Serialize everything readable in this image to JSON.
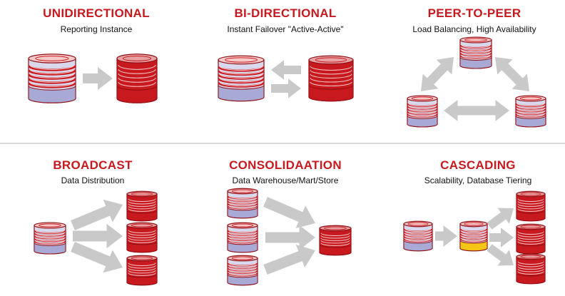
{
  "colors": {
    "title_red": "#c8191f",
    "db_red": "#c8191f",
    "db_dark_red": "#8f0f14",
    "db_stripe": "#f6c9c9",
    "source_fill": "#a9a9d6",
    "source_stripe_bg": "#d9d9ee",
    "tier_yellow": "#f5c518",
    "arrow_gray": "#c9c9c9",
    "divider": "#dcdcdc"
  },
  "panels": [
    {
      "id": "unidirectional",
      "title": "UNIDIRECTIONAL",
      "subtitle": "Reporting Instance"
    },
    {
      "id": "bidirectional",
      "title": "BI-DIRECTIONAL",
      "subtitle": "Instant Failover \"Active-Active\""
    },
    {
      "id": "peer-to-peer",
      "title": "PEER-TO-PEER",
      "subtitle": "Load Balancing, High Availability"
    },
    {
      "id": "broadcast",
      "title": "BROADCAST",
      "subtitle": "Data Distribution"
    },
    {
      "id": "consolidation",
      "title": "CONSOLIDAATION",
      "subtitle": "Data Warehouse/Mart/Store"
    },
    {
      "id": "cascading",
      "title": "CASCADING",
      "subtitle": "Scalability, Database Tiering"
    }
  ]
}
